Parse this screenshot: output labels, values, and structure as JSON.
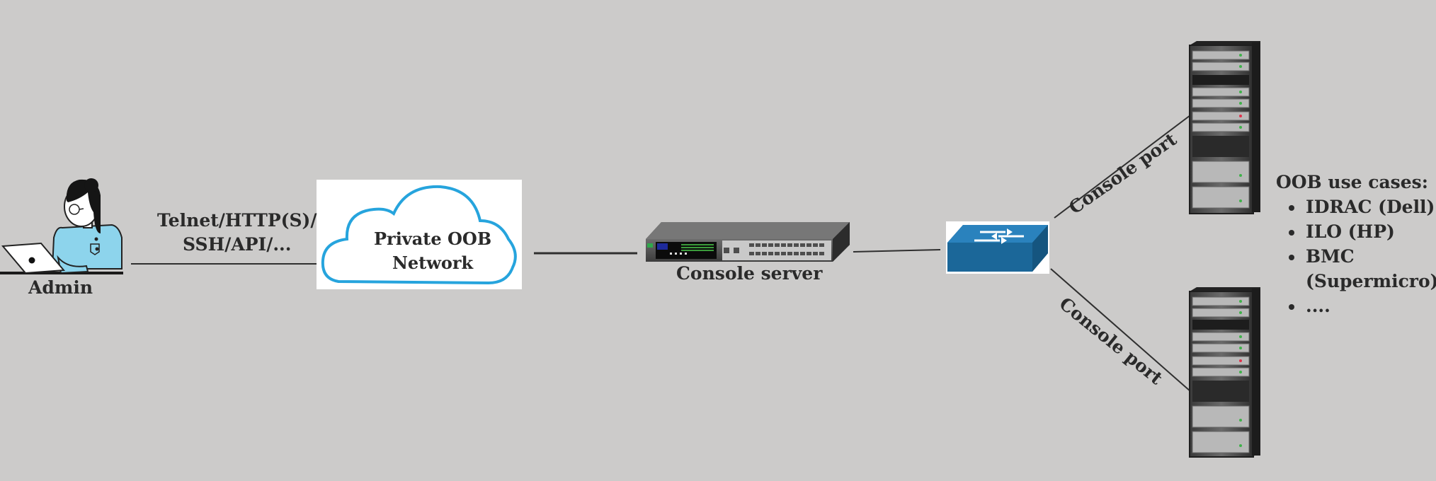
{
  "nodes": {
    "admin": {
      "label": "Admin"
    },
    "cloud": {
      "label_line1": "Private OOB",
      "label_line2": "Network"
    },
    "console_server": {
      "label": "Console server"
    },
    "switch": {},
    "servers": [
      {},
      {}
    ]
  },
  "edges": {
    "protocols_line1": "Telnet/HTTP(S)/",
    "protocols_line2": "SSH/API/...",
    "console_port_top": "Console port",
    "console_port_bottom": "Console port"
  },
  "use_cases": {
    "title": "OOB use cases:",
    "items": [
      "IDRAC (Dell)",
      "ILO (HP)",
      "BMC",
      "(Supermicro)",
      "...."
    ]
  }
}
